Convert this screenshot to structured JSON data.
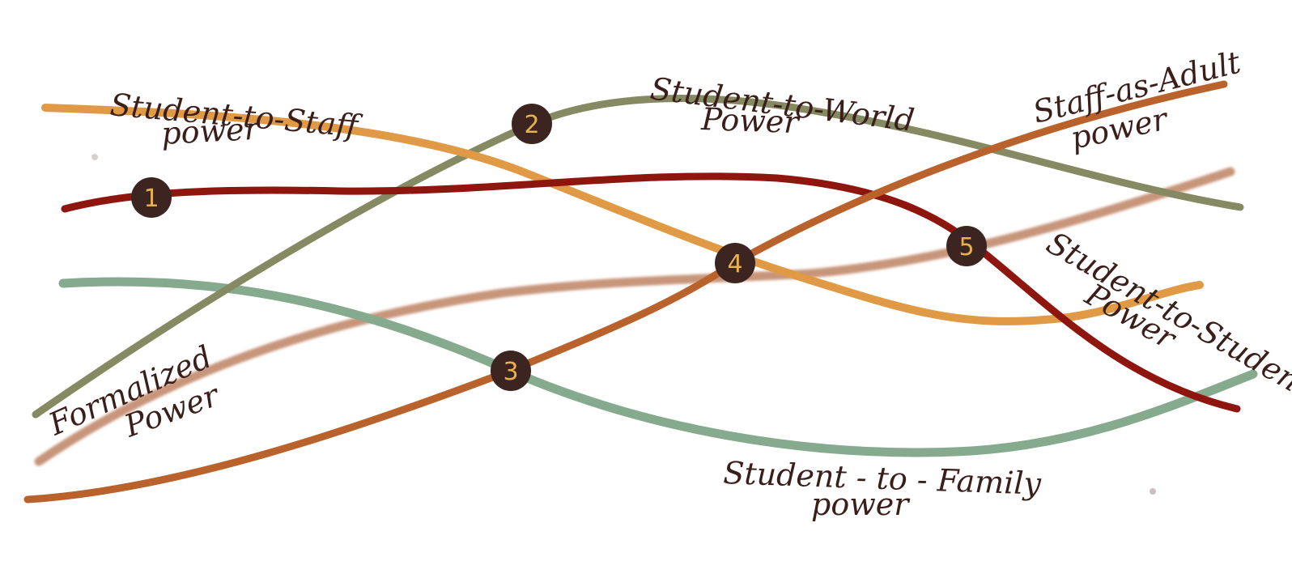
{
  "diagram": {
    "lines": [
      {
        "id": "student-to-staff",
        "label_lines": [
          "Student-to-Staff",
          "power"
        ],
        "color": "#e09a45"
      },
      {
        "id": "student-to-world",
        "label_lines": [
          "Student-to-World",
          "Power"
        ],
        "color": "#858a62"
      },
      {
        "id": "staff-as-adult",
        "label_lines": [
          "Staff-as-Adult",
          "power"
        ],
        "color": "#b9622c"
      },
      {
        "id": "student-to-student",
        "label_lines": [
          "Student-to-Student",
          "Power"
        ],
        "color": "#8e160f"
      },
      {
        "id": "formalized",
        "label_lines": [
          "Formalized",
          "Power"
        ],
        "color": "#c7957a"
      },
      {
        "id": "student-to-family",
        "label_lines": [
          "Student - to - Family",
          "power"
        ],
        "color": "#86aa8e"
      }
    ],
    "markers": [
      {
        "id": "m1",
        "label": "1"
      },
      {
        "id": "m2",
        "label": "2"
      },
      {
        "id": "m3",
        "label": "3"
      },
      {
        "id": "m4",
        "label": "4"
      },
      {
        "id": "m5",
        "label": "5"
      }
    ],
    "marker_fill": "#3c2520",
    "marker_text_color": "#e8b14f",
    "ink_color": "#3a1e1a"
  }
}
